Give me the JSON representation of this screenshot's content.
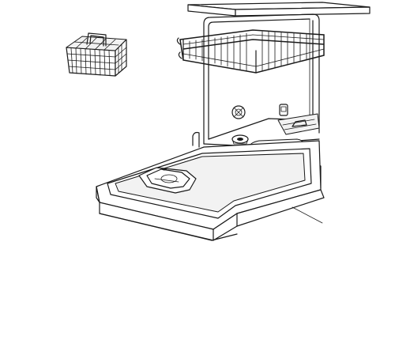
{
  "figure": {
    "parts": [
      {
        "id": "cutlery-basket",
        "icon": "cutlery-basket-icon"
      },
      {
        "id": "countertop",
        "icon": "countertop-icon"
      },
      {
        "id": "tub",
        "icon": "dishwasher-tub-icon"
      },
      {
        "id": "upper-rack",
        "icon": "upper-rack-icon"
      },
      {
        "id": "lower-spray-arm",
        "icon": "spray-arm-icon"
      },
      {
        "id": "filter",
        "icon": "filter-icon"
      },
      {
        "id": "open-door",
        "icon": "dishwasher-door-icon"
      },
      {
        "id": "detergent-dispenser",
        "icon": "dispenser-icon"
      }
    ]
  },
  "colors": {
    "line": "#1a1a1a",
    "background": "#ffffff",
    "fill_light": "#f2f2f2"
  }
}
